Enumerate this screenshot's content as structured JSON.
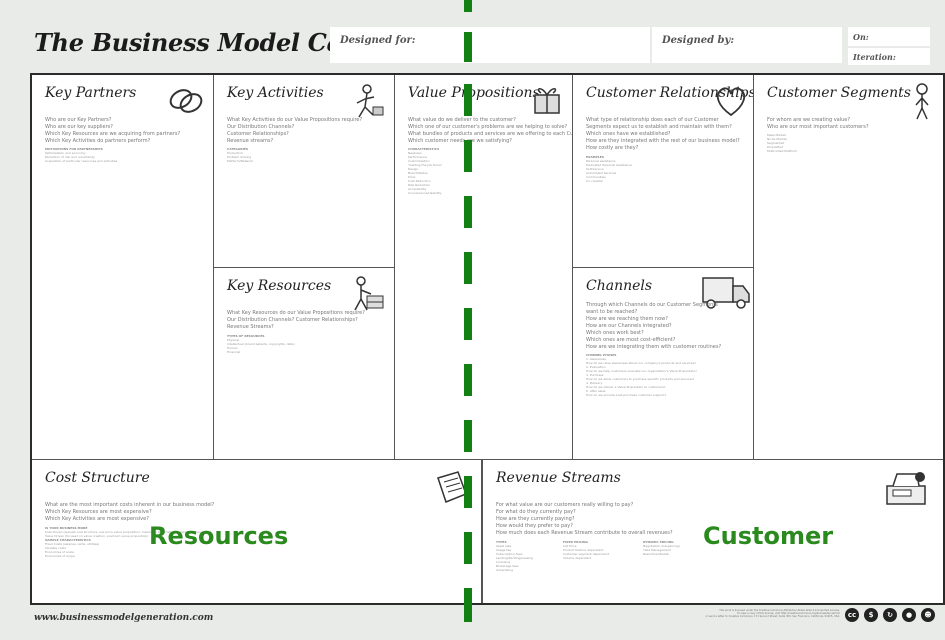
{
  "header": {
    "title": "The Business Model Canvas",
    "designed_for": "Designed for:",
    "designed_by": "Designed by:",
    "on": "On:",
    "iteration": "Iteration:"
  },
  "blocks": {
    "key_partners": {
      "title": "Key Partners",
      "questions": [
        "Who are our Key Partners?",
        "Who are our key suppliers?",
        "Which Key Resources are we acquiring from partners?",
        "Which Key Activities do partners perform?"
      ],
      "categories": [
        "MOTIVATIONS FOR PARTNERSHIPS",
        "Optimization and economy",
        "Reduction of risk and uncertainty",
        "Acquisition of particular resources and activities"
      ]
    },
    "key_activities": {
      "title": "Key Activities",
      "questions": [
        "What Key Activities do our Value Propositions require?",
        "Our Distribution Channels?",
        "Customer Relationships?",
        "Revenue streams?"
      ],
      "categories": [
        "CATEGORIES",
        "Production",
        "Problem Solving",
        "Platform/Network"
      ]
    },
    "key_resources": {
      "title": "Key Resources",
      "questions": [
        "What Key Resources do our Value Propositions require?",
        "Our Distribution Channels? Customer Relationships?",
        "Revenue Streams?"
      ],
      "categories": [
        "TYPES OF RESOURCES",
        "Physical",
        "Intellectual (brand patents, copyrights, data)",
        "Human",
        "Financial"
      ]
    },
    "value_propositions": {
      "title": "Value Propositions",
      "questions": [
        "What value do we deliver to the customer?",
        "Which one of our customer's problems are we helping to solve?",
        "What bundles of products and services are we offering to each Customer Segment?",
        "Which customer needs are we satisfying?"
      ],
      "categories": [
        "CHARACTERISTICS",
        "Newness",
        "Performance",
        "Customization",
        "\"Getting the Job Done\"",
        "Design",
        "Brand/Status",
        "Price",
        "Cost Reduction",
        "Risk Reduction",
        "Accessibility",
        "Convenience/Usability"
      ]
    },
    "customer_relationships": {
      "title": "Customer Relationships",
      "questions": [
        "What type of relationship does each of our Customer",
        "Segments expect us to establish and maintain with them?",
        "Which ones have we established?",
        "How are they integrated with the rest of our business model?",
        "How costly are they?"
      ],
      "categories": [
        "EXAMPLES",
        "Personal assistance",
        "Dedicated Personal Assistance",
        "Self-Service",
        "Automated Services",
        "Communities",
        "Co-creation"
      ]
    },
    "channels": {
      "title": "Channels",
      "questions": [
        "Through which Channels do our Customer Segments",
        "want to be reached?",
        "How are we reaching them now?",
        "How are our Channels integrated?",
        "Which ones work best?",
        "Which ones are most cost-efficient?",
        "How are we integrating them with customer routines?"
      ],
      "categories": [
        "CHANNEL PHASES",
        "1. Awareness",
        "How do we raise awareness about our company's products and services?",
        "2. Evaluation",
        "How do we help customers evaluate our organization's Value Proposition?",
        "3. Purchase",
        "How do we allow customers to purchase specific products and services?",
        "4. Delivery",
        "How do we deliver a Value Proposition to customers?",
        "5. After sales",
        "How do we provide post-purchase customer support?"
      ]
    },
    "customer_segments": {
      "title": "Customer Segments",
      "questions": [
        "For whom are we creating value?",
        "Who are our most important customers?"
      ],
      "categories": [
        "Mass Market",
        "Niche Market",
        "Segmented",
        "Diversified",
        "Multi-sided Platform"
      ]
    },
    "cost_structure": {
      "title": "Cost Structure",
      "questions": [
        "What are the most important costs inherent in our business model?",
        "Which Key Resources are most expensive?",
        "Which Key Activities are most expensive?"
      ],
      "categories": [
        "IS YOUR BUSINESS MORE",
        "Cost Driven (leanest cost structure, low price value proposition, maximum automation, extensive outsourcing)",
        "Value Driven (focused on value creation, premium value proposition)",
        "SAMPLE CHARACTERISTICS",
        "Fixed Costs (salaries, rents, utilities)",
        "Variable costs",
        "Economies of scale",
        "Economies of scope"
      ]
    },
    "revenue_streams": {
      "title": "Revenue Streams",
      "questions": [
        "For what value are our customers really willing to pay?",
        "For what do they currently pay?",
        "How are they currently paying?",
        "How would they prefer to pay?",
        "How much does each Revenue Stream contribute to overall revenues?"
      ],
      "types": [
        "TYPES",
        "Asset sale",
        "Usage fee",
        "Subscription Fees",
        "Lending/Renting/Leasing",
        "Licensing",
        "Brokerage fees",
        "Advertising"
      ],
      "fixed_pricing": [
        "FIXED PRICING",
        "List Price",
        "Product feature dependent",
        "Customer segment dependent",
        "Volume dependent"
      ],
      "dynamic_pricing": [
        "DYNAMIC PRICING",
        "Negotiation (bargaining)",
        "Yield Management",
        "Real-time-Market"
      ]
    }
  },
  "overlay": {
    "left_label": "Resources",
    "right_label": "Customer",
    "accent_color": "#2a8a1e",
    "dash_color": "#138013"
  },
  "footer": {
    "website": "www.businessmodelgeneration.com",
    "license_lines": [
      "This work is licensed under the Creative Commons Attribution-Share Alike 3.0 Unported License.",
      "To view a copy of this license, visit http://creativecommons.org/licenses/by-sa/3.0/",
      "or send a letter to Creative Commons, 171 Second Street, Suite 300, San Francisco, California, 94105, USA."
    ],
    "cc_icons": [
      "cc-icon",
      "by-icon",
      "sa-icon",
      "nc-icon",
      "person-icon"
    ]
  }
}
